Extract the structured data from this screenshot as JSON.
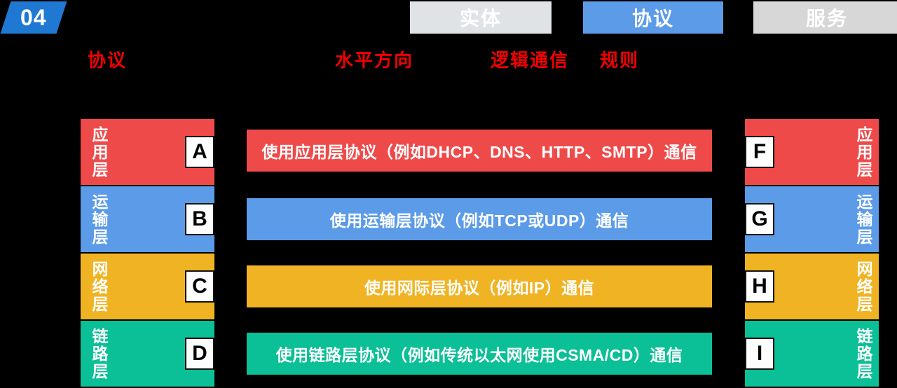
{
  "badge": {
    "number": "04"
  },
  "tabs": [
    {
      "label": "实体",
      "key": "entity",
      "active": false,
      "color": "#e0e3e6"
    },
    {
      "label": "协议",
      "key": "protocol",
      "active": true,
      "color": "#5b9be8"
    },
    {
      "label": "服务",
      "key": "service",
      "active": false,
      "color": "#d7d7d7"
    }
  ],
  "annotations": {
    "protocol": "协议",
    "horizontal": "水平方向",
    "logical": "逻辑通信",
    "rule": "规则",
    "color": "#f20000"
  },
  "colors": {
    "application": "#ef4a4a",
    "transport": "#5b9be8",
    "network": "#f0b323",
    "link": "#0bbf96",
    "accent_blue": "#1f78d1",
    "badge_text": "#000000"
  },
  "left_stack": [
    {
      "label": "应用层",
      "badge": "A",
      "color": "#ef4a4a"
    },
    {
      "label": "运输层",
      "badge": "B",
      "color": "#5b9be8"
    },
    {
      "label": "网络层",
      "badge": "C",
      "color": "#f0b323"
    },
    {
      "label": "链路层",
      "badge": "D",
      "color": "#0bbf96"
    }
  ],
  "right_stack": [
    {
      "label": "应用层",
      "badge": "F",
      "color": "#ef4a4a"
    },
    {
      "label": "运输层",
      "badge": "G",
      "color": "#5b9be8"
    },
    {
      "label": "网络层",
      "badge": "H",
      "color": "#f0b323"
    },
    {
      "label": "链路层",
      "badge": "I",
      "color": "#0bbf96"
    }
  ],
  "bars": [
    {
      "text": "使用应用层协议（例如DHCP、DNS、HTTP、SMTP）通信",
      "color": "#ef4a4a"
    },
    {
      "text": "使用运输层协议（例如TCP或UDP）通信",
      "color": "#5b9be8"
    },
    {
      "text": "使用网际层协议（例如IP）通信",
      "color": "#f0b323"
    },
    {
      "text": "使用链路层协议（例如传统以太网使用CSMA/CD）通信",
      "color": "#0bbf96"
    }
  ]
}
